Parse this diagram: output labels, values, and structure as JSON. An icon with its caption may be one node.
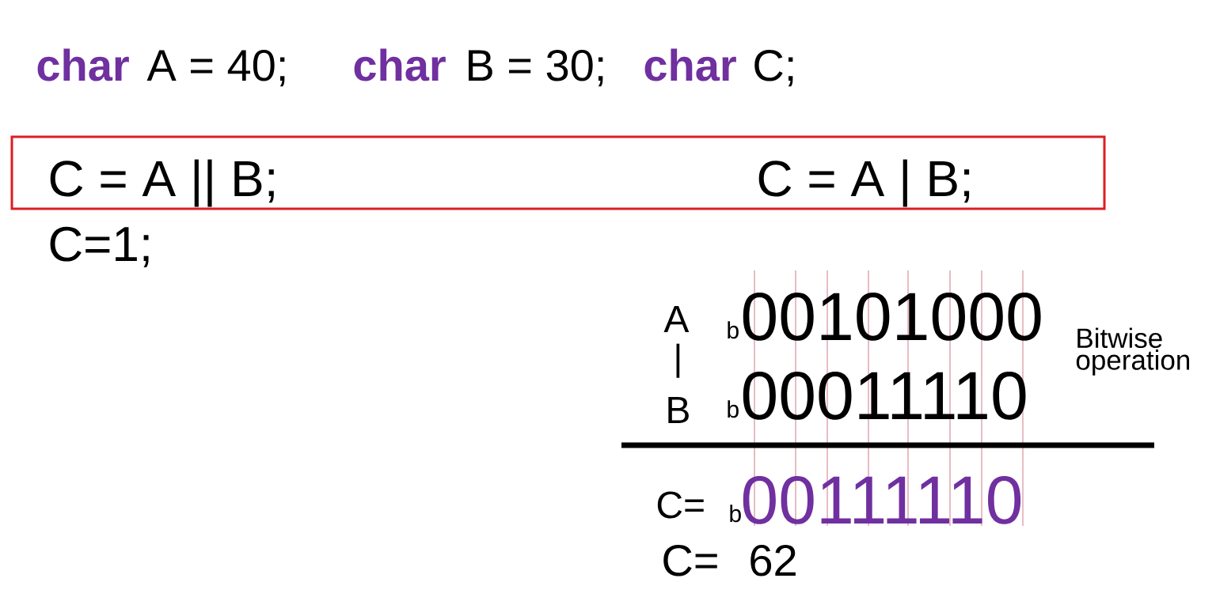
{
  "diagram": {
    "nodes": [
      {
        "text": [
          "C = A || B;",
          "C = A | B;"
        ]
      }
    ],
    "labels": [
      "char",
      "A = 40;",
      "char",
      "B = 30;",
      "char",
      "C;",
      "C=1;",
      "A",
      "b",
      "00101000",
      "|",
      "Bitwise operation",
      "B",
      "b",
      "00011110",
      "C=",
      "b",
      "00111110",
      "C=",
      "62"
    ]
  }
}
